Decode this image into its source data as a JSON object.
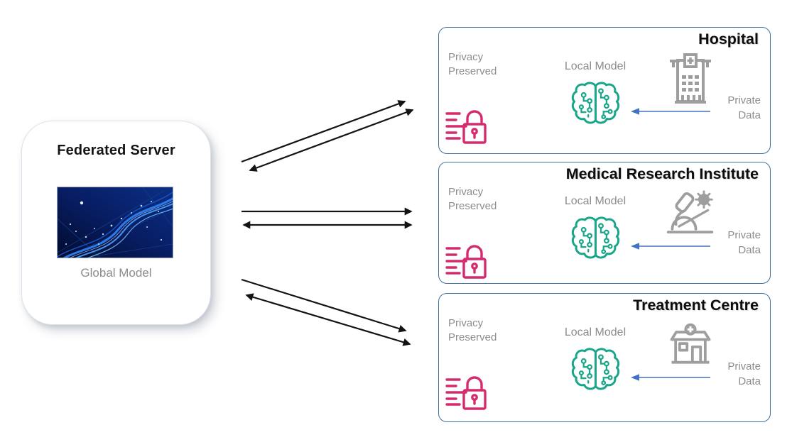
{
  "server": {
    "title": "Federated Server",
    "caption": "Global Model",
    "image": "network-plexus-image"
  },
  "clients": [
    {
      "id": "hospital",
      "title": "Hospital",
      "privacy": {
        "line1": "Privacy",
        "line2": "Preserved"
      },
      "local_model_label": "Local Model",
      "private_data": {
        "line1": "Private",
        "line2": "Data"
      },
      "org_icon": "hospital-building-icon"
    },
    {
      "id": "medical-research-institute",
      "title": "Medical Research Institute",
      "privacy": {
        "line1": "Privacy",
        "line2": "Preserved"
      },
      "local_model_label": "Local Model",
      "private_data": {
        "line1": "Private",
        "line2": "Data"
      },
      "org_icon": "microscope-virus-icon"
    },
    {
      "id": "treatment-centre",
      "title": "Treatment Centre",
      "privacy": {
        "line1": "Privacy",
        "line2": "Preserved"
      },
      "local_model_label": "Local Model",
      "private_data": {
        "line1": "Private",
        "line2": "Data"
      },
      "org_icon": "clinic-building-icon"
    }
  ],
  "connections": [
    {
      "from": "federated-server",
      "to": "hospital",
      "type": "bidirectional-arrow-pair"
    },
    {
      "from": "federated-server",
      "to": "medical-research-institute",
      "type": "bidirectional-arrow-pair"
    },
    {
      "from": "federated-server",
      "to": "treatment-centre",
      "type": "bidirectional-arrow-pair"
    }
  ],
  "colors": {
    "brain_teal": "#18A689",
    "lock_pink": "#D62A6E",
    "client_box_border": "#41719C",
    "muted_text": "#8C8C8C",
    "icon_gray": "#9E9E9E",
    "private_data_arrow_blue": "#4472C4",
    "connector_black": "#141414"
  }
}
